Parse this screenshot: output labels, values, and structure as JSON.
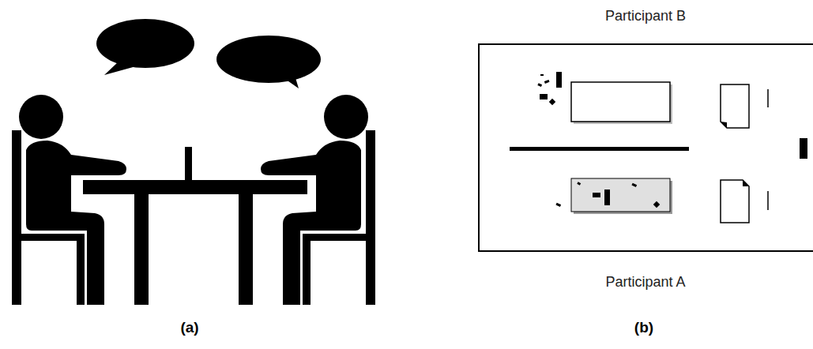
{
  "diagram": {
    "labels": [
      "Participant B",
      "Participant A",
      "(a)",
      "(b)"
    ]
  }
}
